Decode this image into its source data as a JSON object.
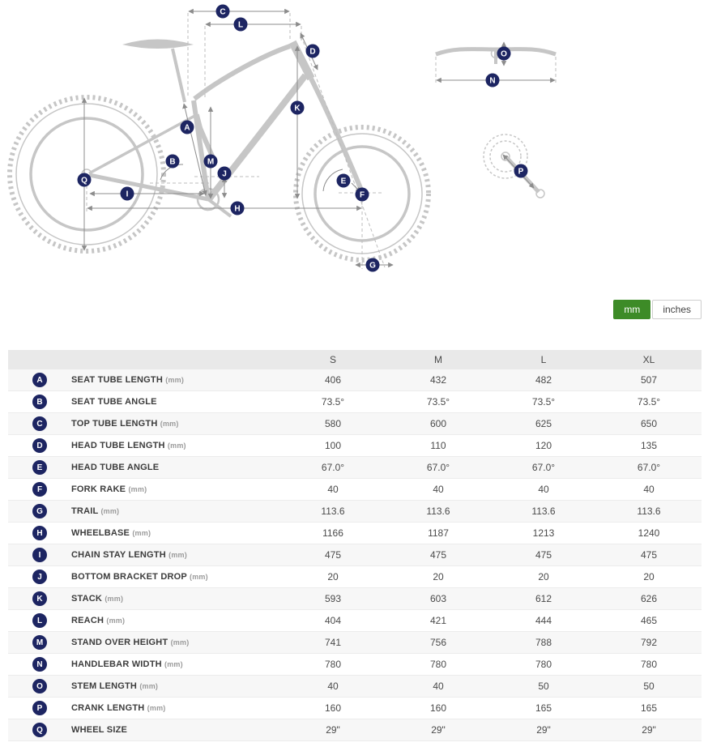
{
  "unit_toggle": {
    "mm_label": "mm",
    "inches_label": "inches",
    "active": "mm"
  },
  "diagram": {
    "badges": [
      {
        "letter": "C"
      },
      {
        "letter": "L"
      },
      {
        "letter": "D"
      },
      {
        "letter": "O"
      },
      {
        "letter": "N"
      },
      {
        "letter": "K"
      },
      {
        "letter": "A"
      },
      {
        "letter": "B"
      },
      {
        "letter": "M"
      },
      {
        "letter": "J"
      },
      {
        "letter": "E"
      },
      {
        "letter": "Q"
      },
      {
        "letter": "F"
      },
      {
        "letter": "I"
      },
      {
        "letter": "H"
      },
      {
        "letter": "P"
      },
      {
        "letter": "G"
      }
    ]
  },
  "table": {
    "columns": [
      "S",
      "M",
      "L",
      "XL"
    ],
    "rows": [
      {
        "letter": "A",
        "label": "SEAT TUBE LENGTH",
        "unit": "(mm)",
        "values": [
          "406",
          "432",
          "482",
          "507"
        ]
      },
      {
        "letter": "B",
        "label": "SEAT TUBE ANGLE",
        "unit": "",
        "values": [
          "73.5°",
          "73.5°",
          "73.5°",
          "73.5°"
        ]
      },
      {
        "letter": "C",
        "label": "TOP TUBE LENGTH",
        "unit": "(mm)",
        "values": [
          "580",
          "600",
          "625",
          "650"
        ]
      },
      {
        "letter": "D",
        "label": "HEAD TUBE LENGTH",
        "unit": "(mm)",
        "values": [
          "100",
          "110",
          "120",
          "135"
        ]
      },
      {
        "letter": "E",
        "label": "HEAD TUBE ANGLE",
        "unit": "",
        "values": [
          "67.0°",
          "67.0°",
          "67.0°",
          "67.0°"
        ]
      },
      {
        "letter": "F",
        "label": "FORK RAKE",
        "unit": "(mm)",
        "values": [
          "40",
          "40",
          "40",
          "40"
        ]
      },
      {
        "letter": "G",
        "label": "TRAIL",
        "unit": "(mm)",
        "values": [
          "113.6",
          "113.6",
          "113.6",
          "113.6"
        ]
      },
      {
        "letter": "H",
        "label": "WHEELBASE",
        "unit": "(mm)",
        "values": [
          "1166",
          "1187",
          "1213",
          "1240"
        ]
      },
      {
        "letter": "I",
        "label": "CHAIN STAY LENGTH",
        "unit": "(mm)",
        "values": [
          "475",
          "475",
          "475",
          "475"
        ]
      },
      {
        "letter": "J",
        "label": "BOTTOM BRACKET DROP",
        "unit": "(mm)",
        "values": [
          "20",
          "20",
          "20",
          "20"
        ]
      },
      {
        "letter": "K",
        "label": "STACK",
        "unit": "(mm)",
        "values": [
          "593",
          "603",
          "612",
          "626"
        ]
      },
      {
        "letter": "L",
        "label": "REACH",
        "unit": "(mm)",
        "values": [
          "404",
          "421",
          "444",
          "465"
        ]
      },
      {
        "letter": "M",
        "label": "STAND OVER HEIGHT",
        "unit": "(mm)",
        "values": [
          "741",
          "756",
          "788",
          "792"
        ]
      },
      {
        "letter": "N",
        "label": "HANDLEBAR WIDTH",
        "unit": "(mm)",
        "values": [
          "780",
          "780",
          "780",
          "780"
        ]
      },
      {
        "letter": "O",
        "label": "STEM LENGTH",
        "unit": "(mm)",
        "values": [
          "40",
          "40",
          "50",
          "50"
        ]
      },
      {
        "letter": "P",
        "label": "CRANK LENGTH",
        "unit": "(mm)",
        "values": [
          "160",
          "160",
          "165",
          "165"
        ]
      },
      {
        "letter": "Q",
        "label": "WHEEL SIZE",
        "unit": "",
        "values": [
          "29\"",
          "29\"",
          "29\"",
          "29\""
        ]
      }
    ]
  },
  "colors": {
    "badge_navy": "#1d2562",
    "accent_green": "#3d8b27"
  }
}
